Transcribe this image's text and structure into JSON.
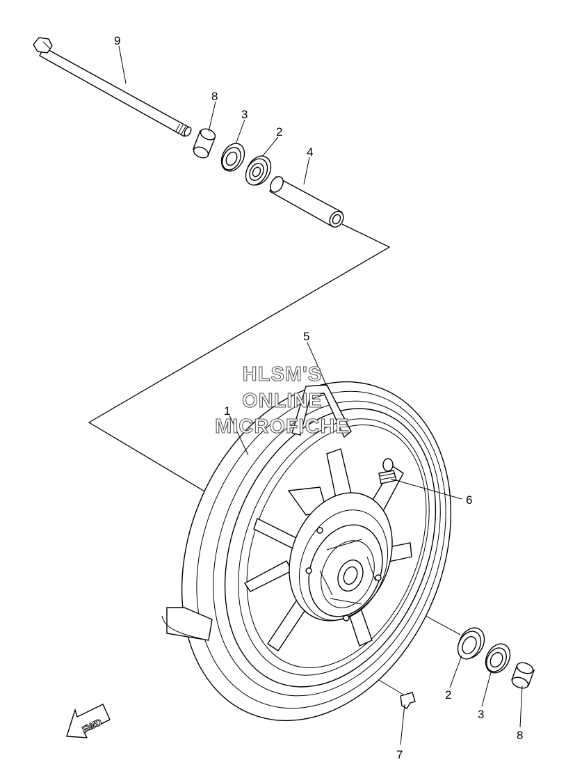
{
  "callouts": {
    "axle": "9",
    "collar_top": "8",
    "oil_seal_top": "3",
    "bearing_top": "2",
    "spacer": "4",
    "balance_weight": "5",
    "wheel": "1",
    "valve": "6",
    "bearing_bottom": "2",
    "oil_seal_bottom": "3",
    "collar_bottom": "8",
    "weight_clip": "7"
  },
  "watermark": {
    "line1": "HLSM'S",
    "line2": "ONLINE",
    "line3": "MICROFICHE"
  },
  "fwd_label": "FWD",
  "colors": {
    "line": "#000000",
    "background": "#ffffff",
    "watermark_outline": "#555555"
  }
}
